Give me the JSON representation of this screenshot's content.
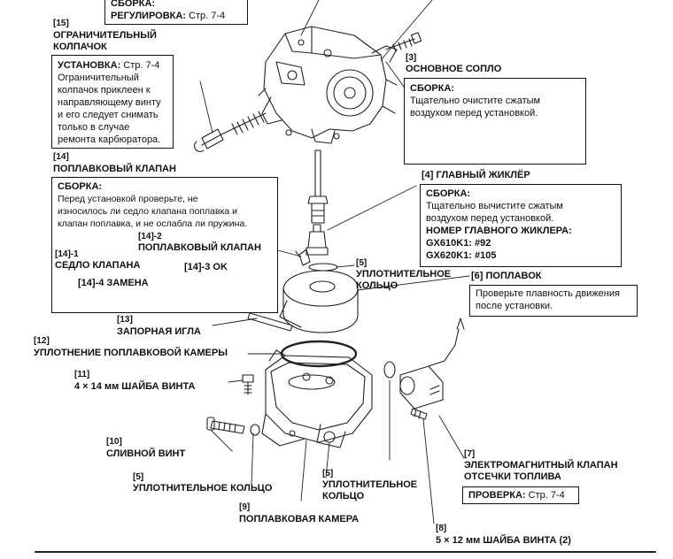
{
  "top_ref": {
    "l1": "СБОРКА:",
    "l2": "РЕГУЛИРОВКА:",
    "l2_ref": " Стр. 7-4"
  },
  "p15": {
    "num": "[15]",
    "title1": "ОГРАНИЧИТЕЛЬНЫЙ",
    "title2": "КОЛПАЧОК",
    "box_head": "УСТАНОВКА:",
    "box_ref": " Стр. 7-4",
    "lines": [
      "Ограничительный",
      "колпачок приклеен к",
      "направляющему винту",
      "и его следует снимать",
      "только в случае",
      "ремонта карбюратора."
    ]
  },
  "p14": {
    "num": "[14]",
    "title": "ПОПЛАВКОВЫЙ КЛАПАН",
    "box_head": "СБОРКА:",
    "lines": [
      "Перед установкой проверьте, не",
      "износилось ли седло клапана поплавка и",
      "клапан поплавка, и не ослабла ли пружина."
    ],
    "s1_num": "[14]-1",
    "s1": "СЕДЛО КЛАПАНА",
    "s2_num": "[14]-2",
    "s2": "ПОПЛАВКОВЫЙ КЛАПАН",
    "s3": "[14]-3 OK",
    "s4": "[14]-4 ЗАМЕНА"
  },
  "p3": {
    "num": "[3]",
    "title": "ОСНОВНОЕ СОПЛО",
    "box_head": "СБОРКА:",
    "lines": [
      "Тщательно очистите сжатым",
      "воздухом перед установкой."
    ]
  },
  "p4": {
    "title": "[4] ГЛАВНЫЙ ЖИКЛЁР",
    "box_head": "СБОРКА:",
    "lines": [
      "Тщательно вычистите сжатым",
      "воздухом перед установкой."
    ],
    "jet_head": "НОМЕР ГЛАВНОГО ЖИКЛЕРА:",
    "jets": [
      "GX610K1: #92",
      "GX620K1: #105"
    ]
  },
  "p5a": {
    "num": "[5]",
    "line1": "УПЛОТНИТЕЛЬНОЕ",
    "line2": "КОЛЬЦО"
  },
  "p6": {
    "title": "[6] ПОПЛАВОК",
    "lines": [
      "Проверьте плавность движения",
      "после установки."
    ]
  },
  "p13": {
    "num": "[13]",
    "title": "ЗАПОРНАЯ ИГЛА"
  },
  "p12": {
    "num": "[12]",
    "title": "УПЛОТНЕНИЕ ПОПЛАВКОВОЙ КАМЕРЫ"
  },
  "p11": {
    "num": "[11]",
    "title": "4 × 14 мм ШАЙБА ВИНТА"
  },
  "p10": {
    "num": "[10]",
    "title": "СЛИВНОЙ ВИНТ"
  },
  "p5b": {
    "num": "[5]",
    "title": "УПЛОТНИТЕЛЬНОЕ КОЛЬЦО"
  },
  "p5c": {
    "num": "[5]",
    "line1": "УПЛОТНИТЕЛЬНОЕ",
    "line2": "КОЛЬЦО"
  },
  "p9": {
    "num": "[9]",
    "title": "ПОПЛАВКОВАЯ КАМЕРА"
  },
  "p7": {
    "num": "[7]",
    "line1": "ЭЛЕКТРОМАГНИТНЫЙ КЛАПАН",
    "line2": "ОТСЕЧКИ ТОПЛИВА",
    "box_head": "ПРОВЕРКА:",
    "box_ref": " Стр. 7-4"
  },
  "p8": {
    "num": "[8]",
    "title": "5 × 12 мм ШАЙБА ВИНТА (2)"
  }
}
